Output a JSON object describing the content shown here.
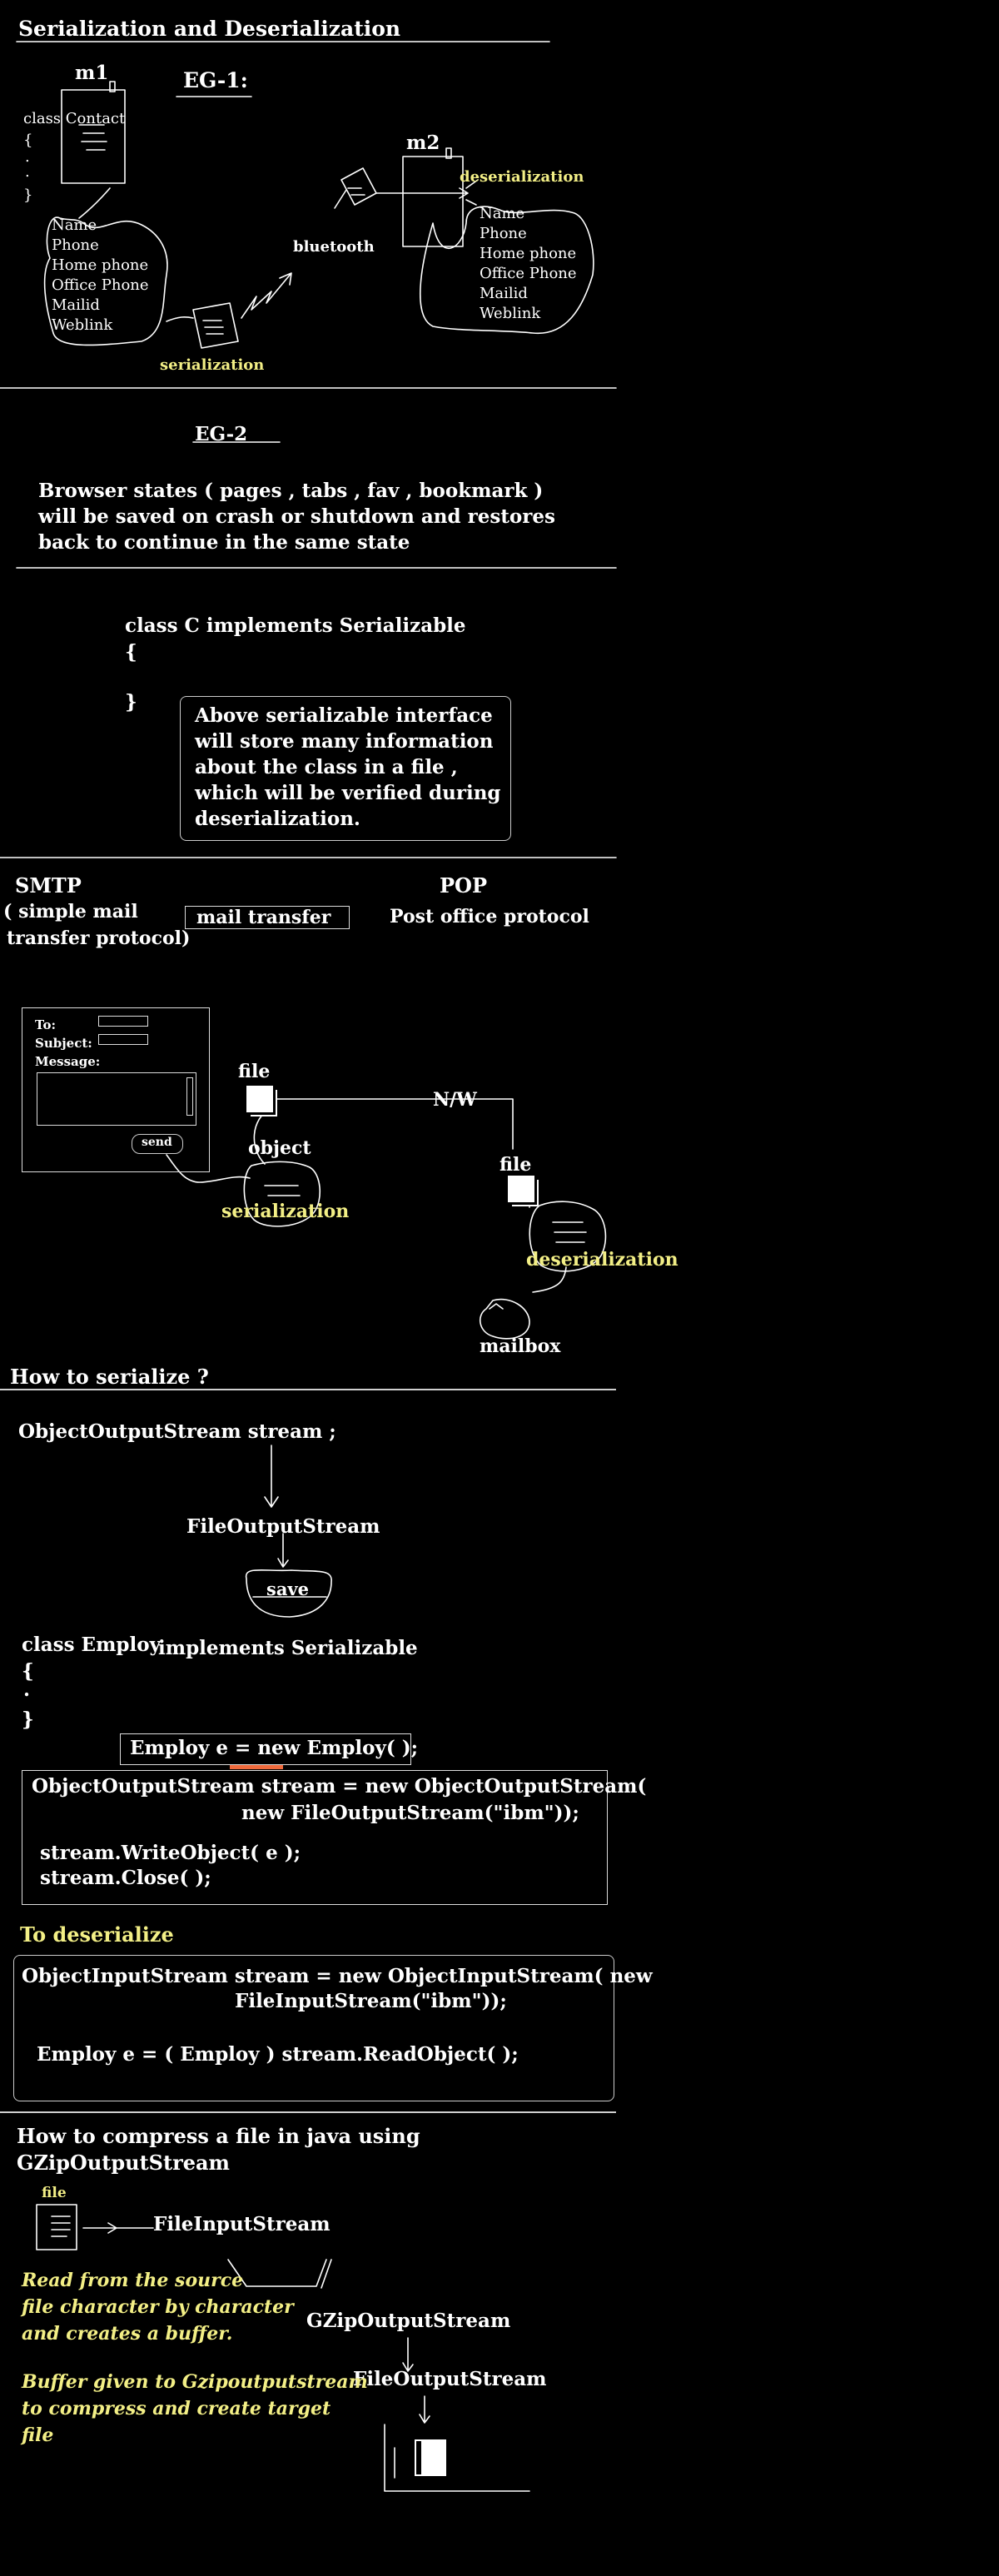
{
  "title": "Serialization and Deserialization",
  "eg1": {
    "heading": "EG-1:",
    "m1": "m1",
    "m2": "m2",
    "class_lines": [
      "class Contact",
      "{",
      ".",
      ".",
      "}"
    ],
    "fields_m1": [
      "Name",
      "Phone",
      "Home phone",
      "Office Phone",
      "Mailid",
      "Weblink"
    ],
    "fields_m2": [
      "Name",
      "Phone",
      "Home phone",
      "Office Phone",
      "Mailid",
      "Weblink"
    ],
    "bluetooth": "bluetooth",
    "serialization": "serialization",
    "deserialization": "deserialization"
  },
  "eg2": {
    "heading": "EG-2",
    "text": "Browser states ( pages , tabs , fav , bookmark ) will be saved on crash or shutdown and restores back to continue in the same state"
  },
  "class_c": {
    "lines": [
      "class C implements Serializable",
      "{",
      "}"
    ],
    "note": "Above serializable interface will store many information about the class in a file , which will be verified during deserialization."
  },
  "mail": {
    "smtp": "SMTP",
    "smtp_full_1": "( simple mail",
    "smtp_full_2": "transfer protocol)",
    "mail_transfer": "mail transfer",
    "pop": "POP",
    "pop_full": "Post office protocol",
    "form_to": "To:",
    "form_subject": "Subject:",
    "form_message": "Message:",
    "send": "send",
    "file1": "file",
    "file2": "file",
    "nw": "N/W",
    "object": "object",
    "serialization": "serialization",
    "deserialization": "deserialization",
    "mailbox": "mailbox"
  },
  "serialize": {
    "heading": "How to serialize ?",
    "stream_decl": "ObjectOutputStream stream  ;",
    "fos": "FileOutputStream",
    "save": "save",
    "class_line": "class Employ",
    "implements": "implements Serializable",
    "braces": [
      "{",
      ".",
      "}"
    ],
    "employ_new": "Employ e  = new Employ( );",
    "code_1": "ObjectOutputStream stream = new ObjectOutputStream(",
    "code_2": "new FileOutputStream(\"ibm\"));",
    "code_3": "stream.WriteObject( e );",
    "code_4": "stream.Close( );"
  },
  "deserialize": {
    "heading": "To deserialize",
    "code_1": "ObjectInputStream stream = new ObjectInputStream( new",
    "code_2": "FileInputStream(\"ibm\"));",
    "code_3": "Employ   e = ( Employ ) stream.ReadObject( );"
  },
  "compress": {
    "heading_1": "How to compress a file in java using",
    "heading_2": "GZipOutputStream",
    "file": "file",
    "fis": "FileInputStream",
    "gzip": "GZipOutputStream",
    "fos": "FileOutputStream",
    "note_1": [
      "Read from the source",
      "file character by character",
      "and creates a buffer."
    ],
    "note_2": [
      "Buffer given to Gzipoutputstream",
      "to compress and create target",
      "file"
    ]
  }
}
